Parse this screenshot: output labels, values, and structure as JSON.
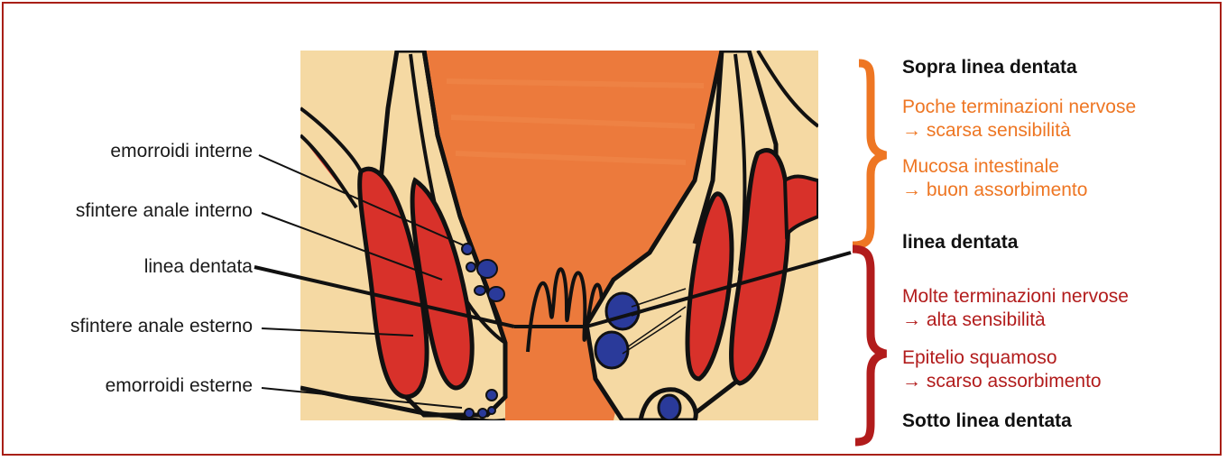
{
  "colors": {
    "frame": "#a81f16",
    "tissue": "#f5d9a3",
    "lumen": "#ec7a3c",
    "muscle": "#d8312a",
    "vein": "#2a3a9a",
    "outline": "#111111",
    "orange_text": "#ee7623",
    "red_text": "#b21c1c"
  },
  "left_labels": {
    "internal_hemorrhoids": "emorroidi interne",
    "internal_sphincter": "sfintere anale interno",
    "dentate_line": "linea dentata",
    "external_sphincter": "sfintere anale esterno",
    "external_hemorrhoids": "emorroidi esterne"
  },
  "right_panel": {
    "above": {
      "heading": "Sopra linea dentata",
      "line1a": "Poche terminazioni nervose",
      "line1b": "→ scarsa sensibilità",
      "line2a": "Mucosa intestinale",
      "line2b": "→ buon assorbimento"
    },
    "middle_heading": "linea dentata",
    "below": {
      "line1a": "Molte terminazioni nervose",
      "line1b": "→ alta sensibilità",
      "line2a": "Epitelio squamoso",
      "line2b": "→ scarso assorbimento",
      "heading": "Sotto linea dentata"
    }
  }
}
